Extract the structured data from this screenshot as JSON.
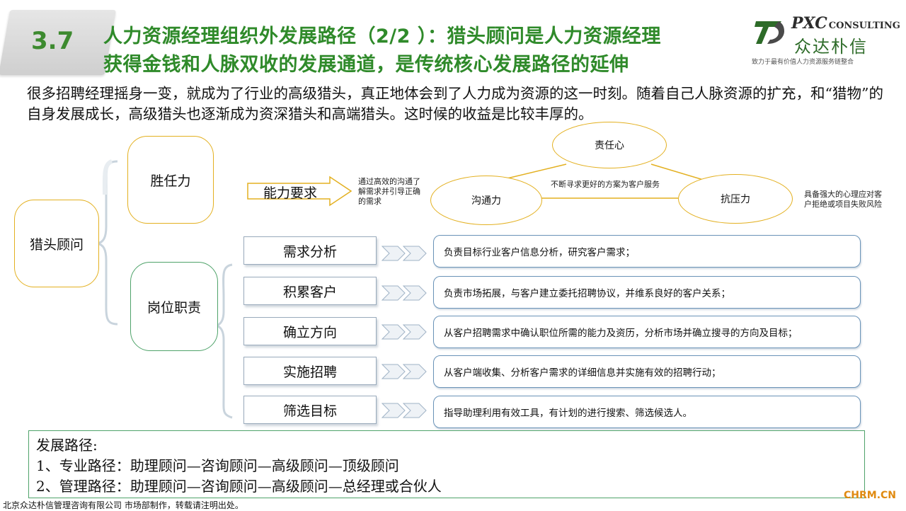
{
  "header": {
    "section_number": "3.7",
    "title_line1": "人力资源经理组织外发展路径（2/2 ）：猎头顾问是人力资源经理",
    "title_line2": "获得金钱和人脉双收的发展通道，是传统核心发展路径的延伸"
  },
  "logo": {
    "brand": "PXC",
    "brand_suffix": "CONSULTING",
    "chinese_name": "众达朴信",
    "slogan": "致力于最有价值人力资源服务链整合"
  },
  "intro_text": "很多招聘经理摇身一变，就成为了行业的高级猎头，真正地体会到了人力成为资源的这一时刻。随着自己人脉资源的扩充，和“猎物”的自身发展成长，高级猎头也逐渐成为资深猎头和高端猎头。这时候的收益是比较丰厚的。",
  "diagram": {
    "root": "猎头顾问",
    "competency": "胜任力",
    "ability_arrow": "能力要求",
    "communication_note": "通过高效的沟通了解需求并引导正确的需求",
    "ovals": {
      "responsibility": "责任心",
      "communication": "沟通力",
      "stress": "抗压力"
    },
    "center_note": "不断寻求更好的方案为客户服务",
    "stress_note": "具备强大的心理应对客户拒绝或项目失败风险",
    "duties_label": "岗位职责",
    "duties": [
      {
        "label": "需求分析",
        "desc": "负责目标行业客户信息分析，研究客户需求；"
      },
      {
        "label": "积累客户",
        "desc": "负责市场拓展，与客户建立委托招聘协议，并维系良好的客户关系；"
      },
      {
        "label": "确立方向",
        "desc": "从客户招聘需求中确认职位所需的能力及资历，分析市场并确立搜寻的方向及目标；"
      },
      {
        "label": "实施招聘",
        "desc": "从客户端收集、分析客户需求的详细信息并实施有效的招聘行动；"
      },
      {
        "label": "筛选目标",
        "desc": "指导助理利用有效工具，有计划的进行搜索、筛选候选人。"
      }
    ]
  },
  "paths": {
    "heading": "发展路径:",
    "line1": "1、专业路径：助理顾问—咨询顾问—高级顾问—顶级顾问",
    "line2": "2、管理路径：助理顾问—咨询顾问—高级顾问—总经理或合伙人"
  },
  "footer": "北京众达朴信管理咨询有限公司 市场部制作，转载请注明出处。",
  "watermark": "CHRM.CN",
  "colors": {
    "title_green": "#2f8a2a",
    "oval_border": "#e3b020",
    "desc_border": "#6a93b8",
    "path_border": "#4fa36a"
  }
}
